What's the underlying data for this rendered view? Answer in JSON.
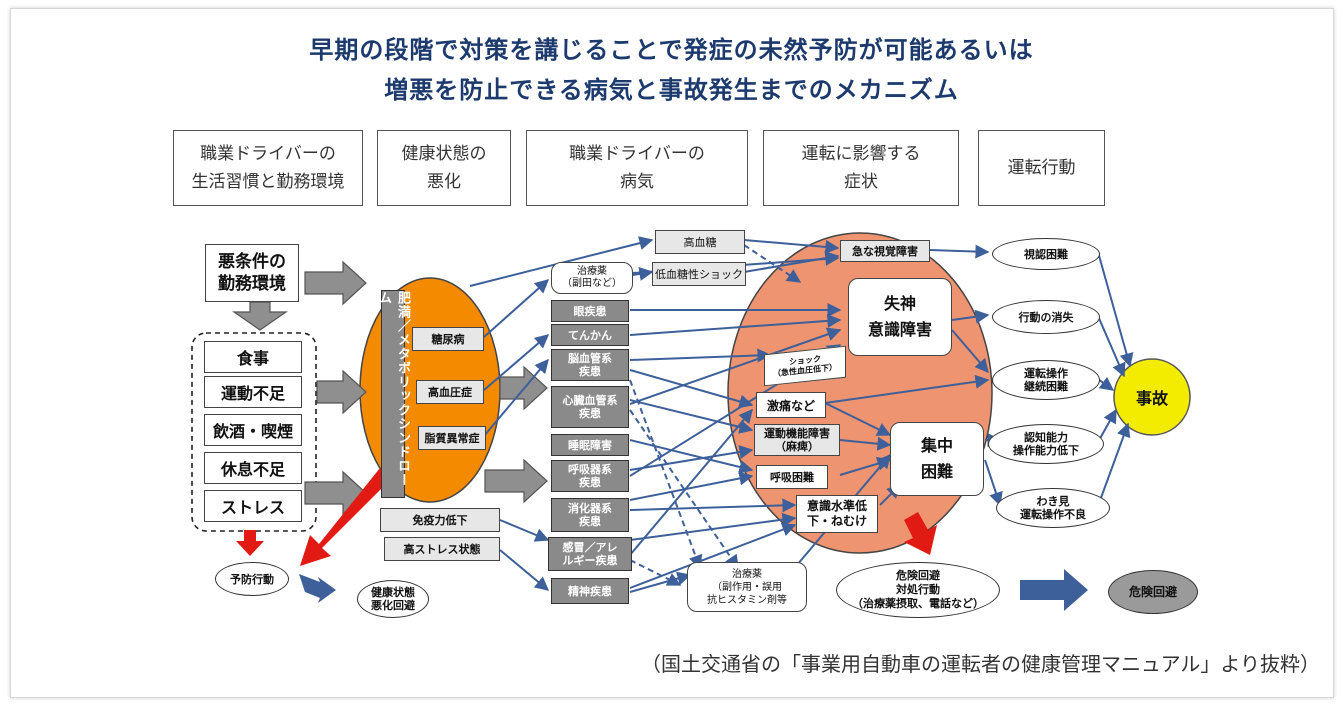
{
  "title": {
    "line1": "早期の段階で対策を講じることで発症の未然予防が可能あるいは",
    "line2": "増悪を防止できる病気と事故発生までのメカニズム"
  },
  "headers": [
    "職業ドライバーの\n生活習慣と勤務環境",
    "健康状態の\n悪化",
    "職業ドライバーの\n病気",
    "運転に影響する\n症状",
    "運転行動"
  ],
  "lifestyle": {
    "bad_work": "悪条件の\n勤務環境",
    "items": [
      "食事",
      "運動不足",
      "飲酒・喫煙",
      "休息不足",
      "ストレス"
    ],
    "prevention": "予防行動",
    "health_avoid": "健康状態\n悪化回避"
  },
  "health": {
    "metabolic": "肥満／メタボリックシンドローム",
    "items": [
      "糖尿病",
      "高血圧症",
      "脂質異常症"
    ],
    "immune": "免疫力低下",
    "stress": "高ストレス状態"
  },
  "diseases": {
    "top": [
      "高血糖",
      "低血糖性ショック"
    ],
    "treatment_top": "治療薬\n（副田など）",
    "items": [
      "眼疾患",
      "てんかん",
      "脳血管系\n疾患",
      "心臓血管系\n疾患",
      "睡眠障害",
      "呼吸器系\n疾患",
      "消化器系\n疾患",
      "感冒／アレ\nルギー疾患",
      "精神疾患"
    ],
    "treatment_bottom": "治療薬\n（副作用・誤用\n抗ヒスタミン剤等"
  },
  "symptoms": {
    "vision_loss": "急な視覚障害",
    "faint": "失神\n意識障害",
    "shock": "ショック\n（急性血圧低下）",
    "pain": "激痛など",
    "motor": "運動機能障害\n（麻痺）",
    "breath": "呼吸困難",
    "concentration": "集中\n困難",
    "awareness": "意識水準低\n下・ねむけ"
  },
  "behaviors": [
    "視認困難",
    "行動の消失",
    "運転操作\n継続困難",
    "認知能力\n操作能力低下",
    "わき見\n運転操作不良"
  ],
  "accident": "事故",
  "avoid": {
    "action": "危険回避\n対処行動\n（治療薬摂取、電話など）",
    "result": "危険回避"
  },
  "source": "（国土交通省の「事業用自動車の運転者の健康管理マニュアル」より抜粋）",
  "colors": {
    "title": "#1d3a6e",
    "orange": "#f38a00",
    "salmon": "#ee9470",
    "yellow": "#f4ec00",
    "arrow_blue": "#3d5f9a",
    "red": "#e11b13"
  }
}
